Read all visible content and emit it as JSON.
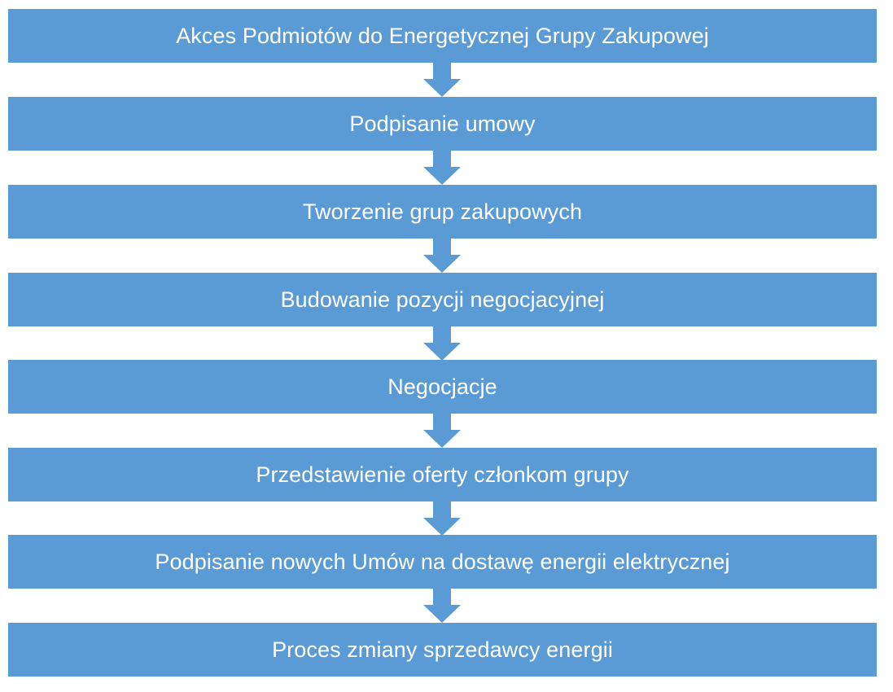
{
  "diagram": {
    "steps": [
      {
        "label": "Akces Podmiotów do Energetycznej Grupy Zakupowej"
      },
      {
        "label": "Podpisanie umowy"
      },
      {
        "label": "Tworzenie grup zakupowych"
      },
      {
        "label": "Budowanie pozycji negocjacyjnej"
      },
      {
        "label": "Negocjacje"
      },
      {
        "label": "Przedstawienie oferty członkom grupy"
      },
      {
        "label": "Podpisanie nowych Umów na dostawę energii elektrycznej"
      },
      {
        "label": "Proces zmiany sprzedawcy energii"
      }
    ],
    "colors": {
      "box": "#5b9bd5",
      "arrow": "#5b9bd5",
      "text": "#ffffff"
    }
  }
}
